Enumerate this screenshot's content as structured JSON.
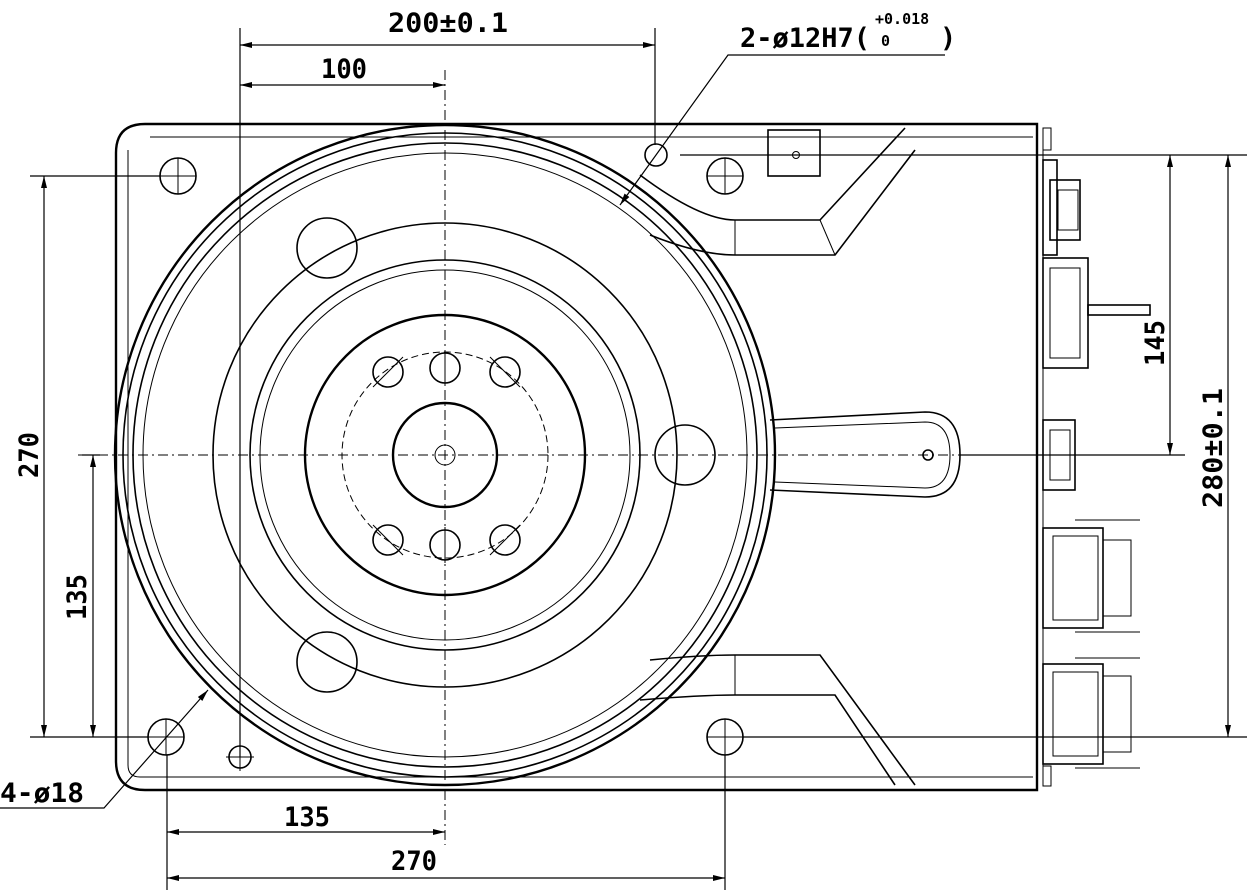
{
  "dimensions": {
    "top_total": "200±0.1",
    "top_half": "100",
    "pin_holes": "2-ø12H7(",
    "pin_tol_upper": "+0.018",
    "pin_tol_lower": "0",
    "pin_close": ")",
    "left_total": "270",
    "left_half": "135",
    "right_short": "145",
    "right_total": "280±0.1",
    "bottom_half": "135",
    "bottom_total": "270",
    "mount_holes": "4-ø18"
  }
}
